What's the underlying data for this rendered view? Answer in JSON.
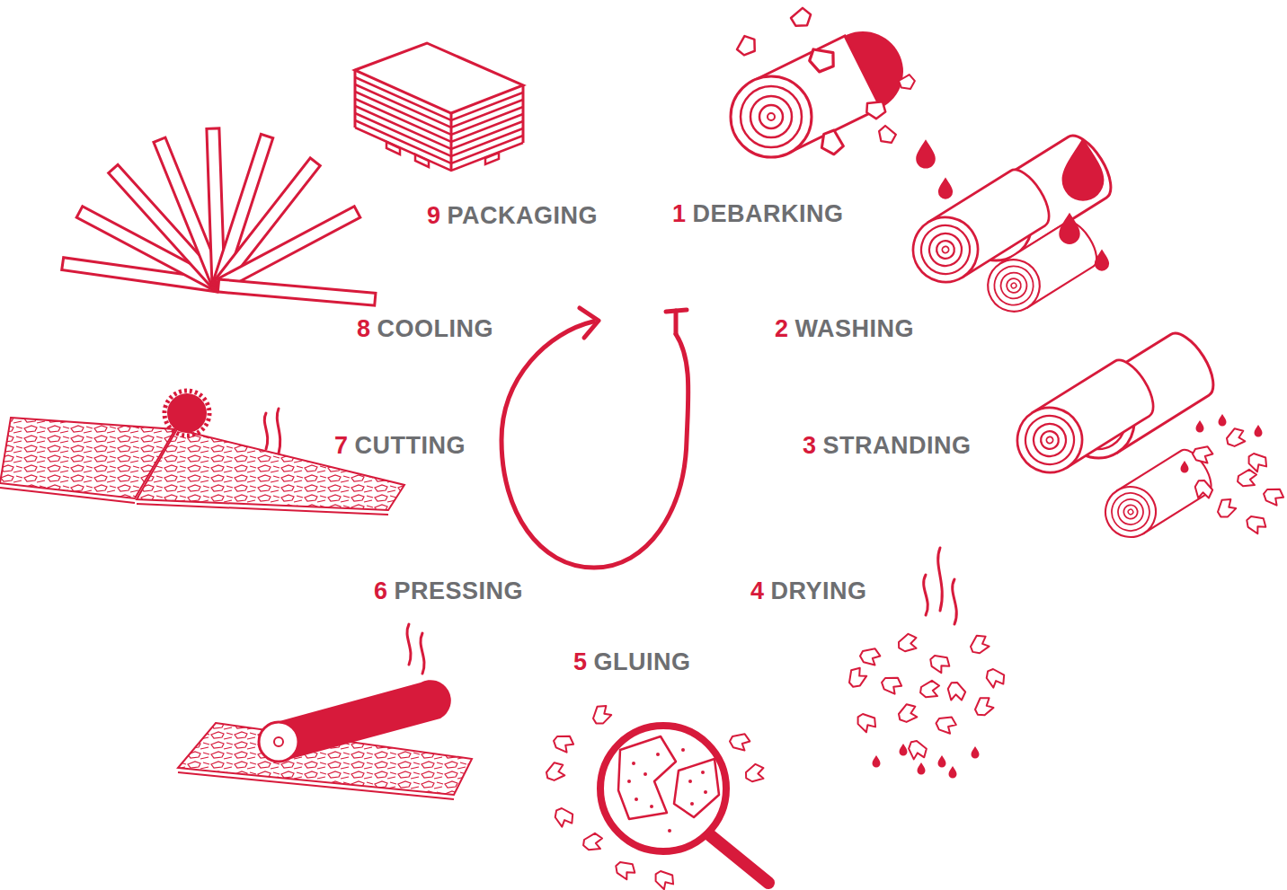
{
  "diagram": {
    "labels": [
      "1",
      "DEBARKING",
      "2",
      "WASHING",
      "3",
      "STRANDING",
      "4",
      "DRYING",
      "5",
      "GLUING",
      "6",
      "PRESSING",
      "7",
      "CUTTING",
      "8",
      "COOLING",
      "9",
      "PACKAGING"
    ]
  }
}
